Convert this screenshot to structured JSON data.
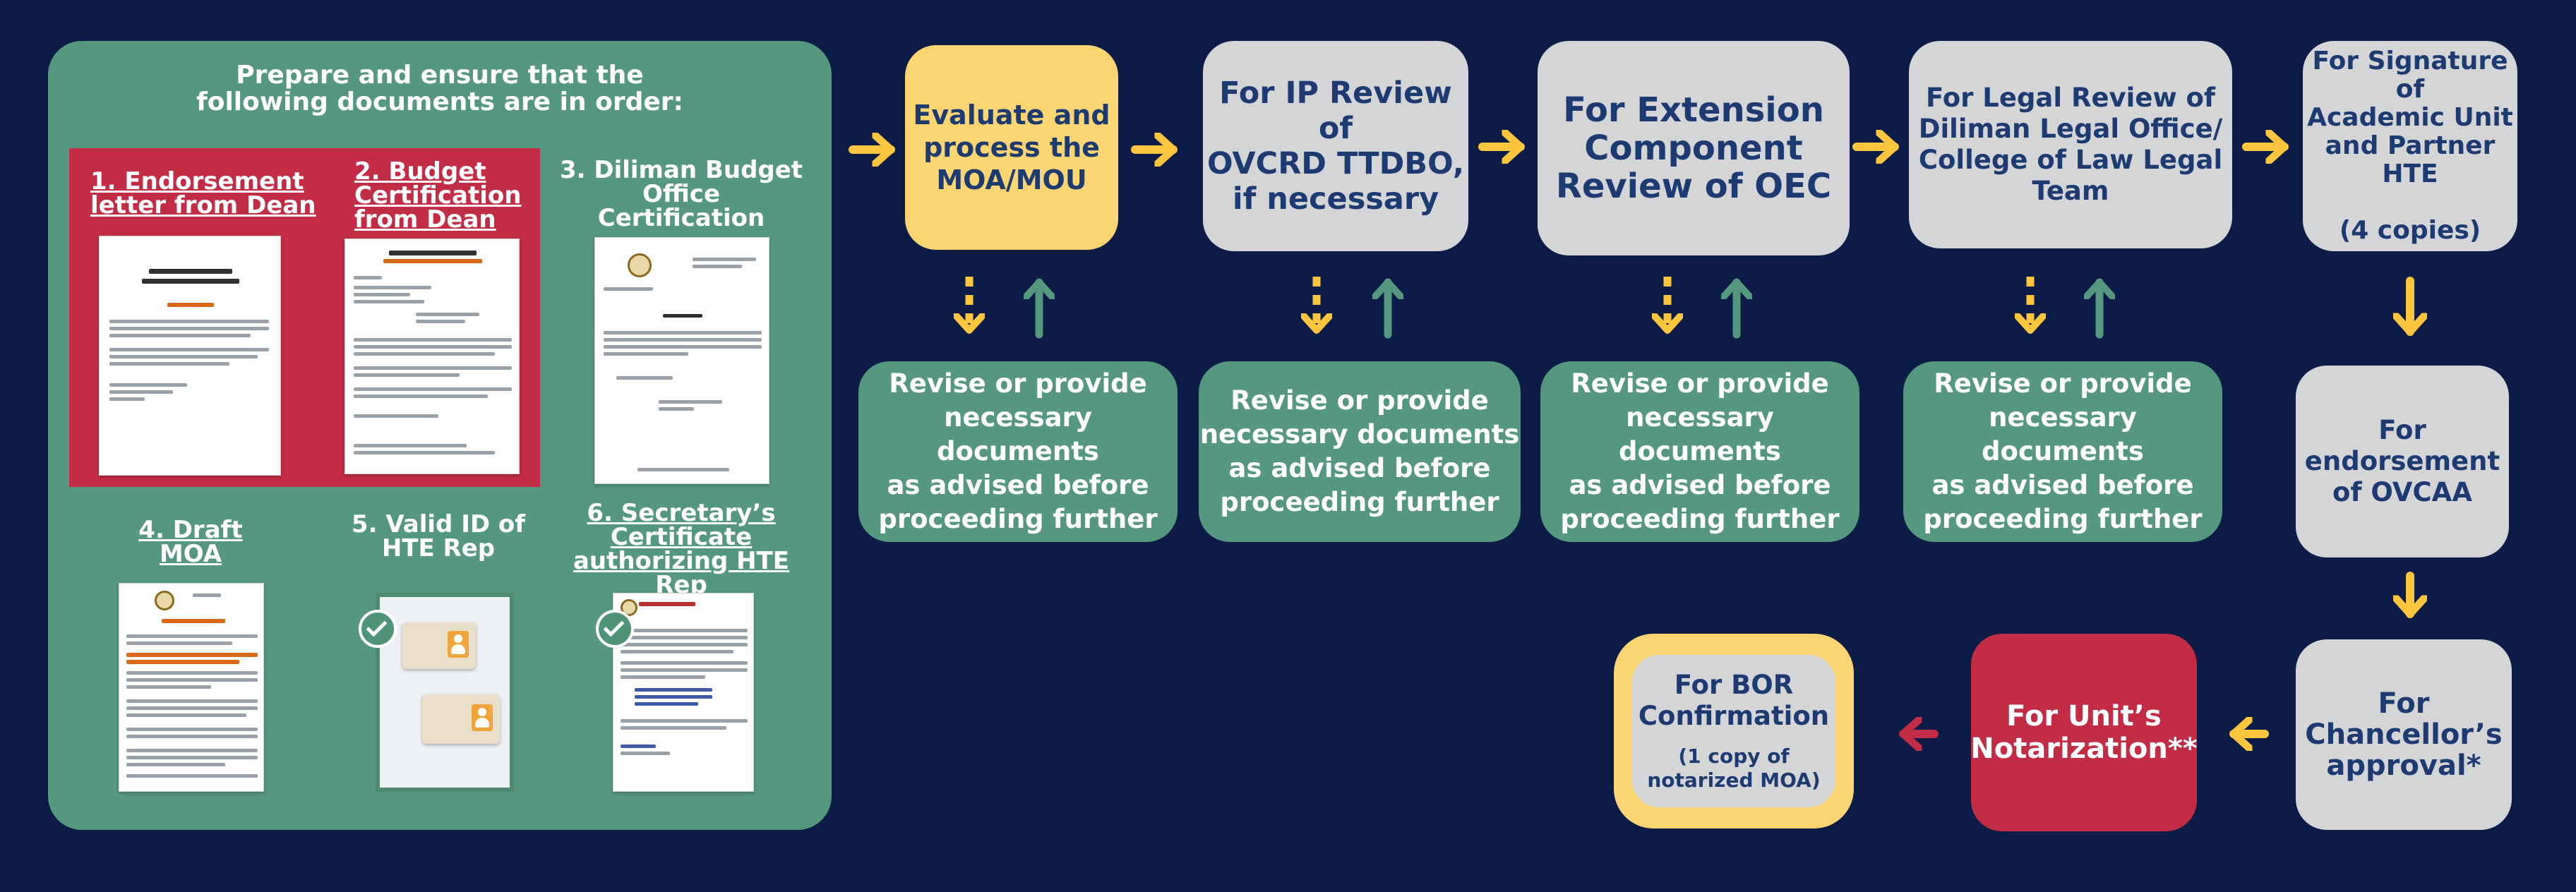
{
  "colors": {
    "background": "#0c1c47",
    "panel": "#55977f",
    "red": "#c22d45",
    "yellow": "#fbd571",
    "gray_box": "#d3d5d7",
    "navy_text": "#1d3b70",
    "arrow_yellow": "#fbc53d",
    "arrow_green": "#55977f",
    "arrow_red": "#c22d45"
  },
  "documents_panel": {
    "title": "Prepare and ensure that the\nfollowing documents are in order:",
    "docs": [
      {
        "label": "1. Endorsement\nletter from Dean",
        "underlined": true,
        "image": "endorsement-letter-document"
      },
      {
        "label": "2. Budget\nCertification\nfrom Dean",
        "underlined": true,
        "image": "budget-certification-document"
      },
      {
        "label": "3. Diliman Budget\nOffice Certification",
        "underlined": false,
        "image": "budget-office-certification-document"
      },
      {
        "label": "4. Draft MOA",
        "underlined": true,
        "image": "draft-moa-document"
      },
      {
        "label": "5. Valid ID of\nHTE Rep",
        "underlined": false,
        "image": "valid-id-icon"
      },
      {
        "label": "6. Secretary’s\nCertificate\nauthorizing HTE Rep",
        "underlined": true,
        "image": "secretary-certificate-document"
      }
    ]
  },
  "steps": {
    "evaluate": "Evaluate and\nprocess the\nMOA/MOU",
    "ip_review": "For IP Review of\nOVCRD TTDBO,\nif necessary",
    "extension_review": "For  Extension\nComponent\nReview of OEC",
    "legal_review": "For Legal Review of\nDiliman Legal Office/\nCollege of Law Legal\nTeam",
    "signature": "For Signature of\nAcademic Unit\nand Partner HTE\n\n(4 copies)",
    "endorsement": "For\nendorsement\nof OVCAA",
    "chancellor": "For\nChancellor’s\napproval*",
    "notarization": "For Unit’s\nNotarization**",
    "bor_title": "For BOR\nConfirmation",
    "bor_note": "(1 copy of\nnotarized MOA)"
  },
  "revise_text": "Revise or provide\nnecessary documents\nas advised before\nproceeding further"
}
